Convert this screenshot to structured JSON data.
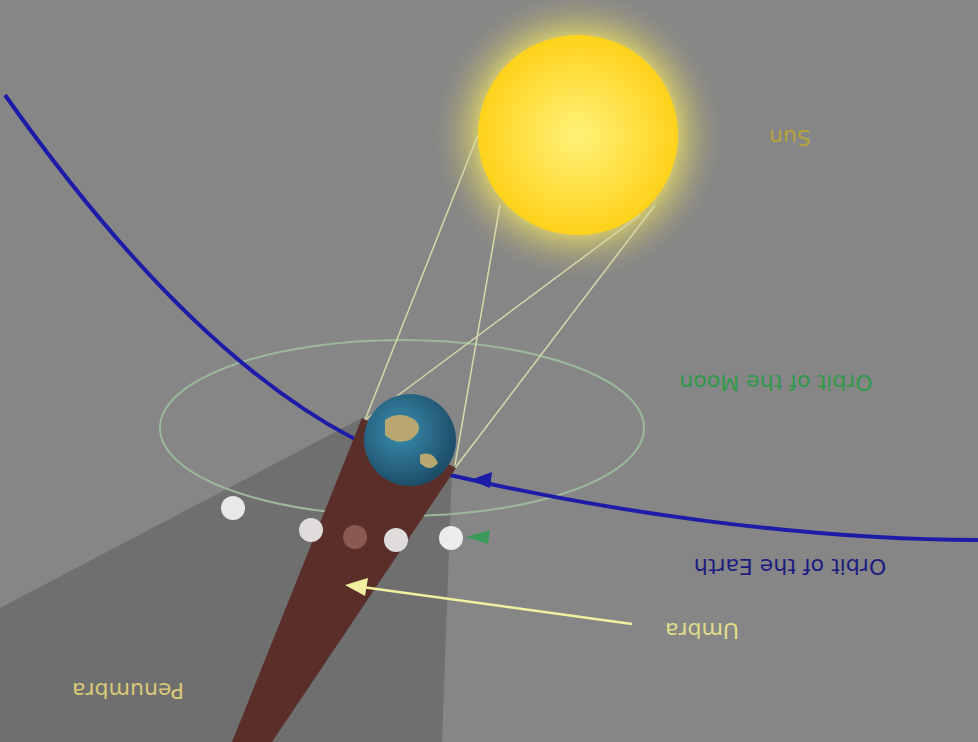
{
  "diagram": {
    "labels": [
      "Sun",
      "Orbit of the Moon",
      "Orbit of the Earth",
      "Umbra",
      "Penumbra"
    ]
  }
}
